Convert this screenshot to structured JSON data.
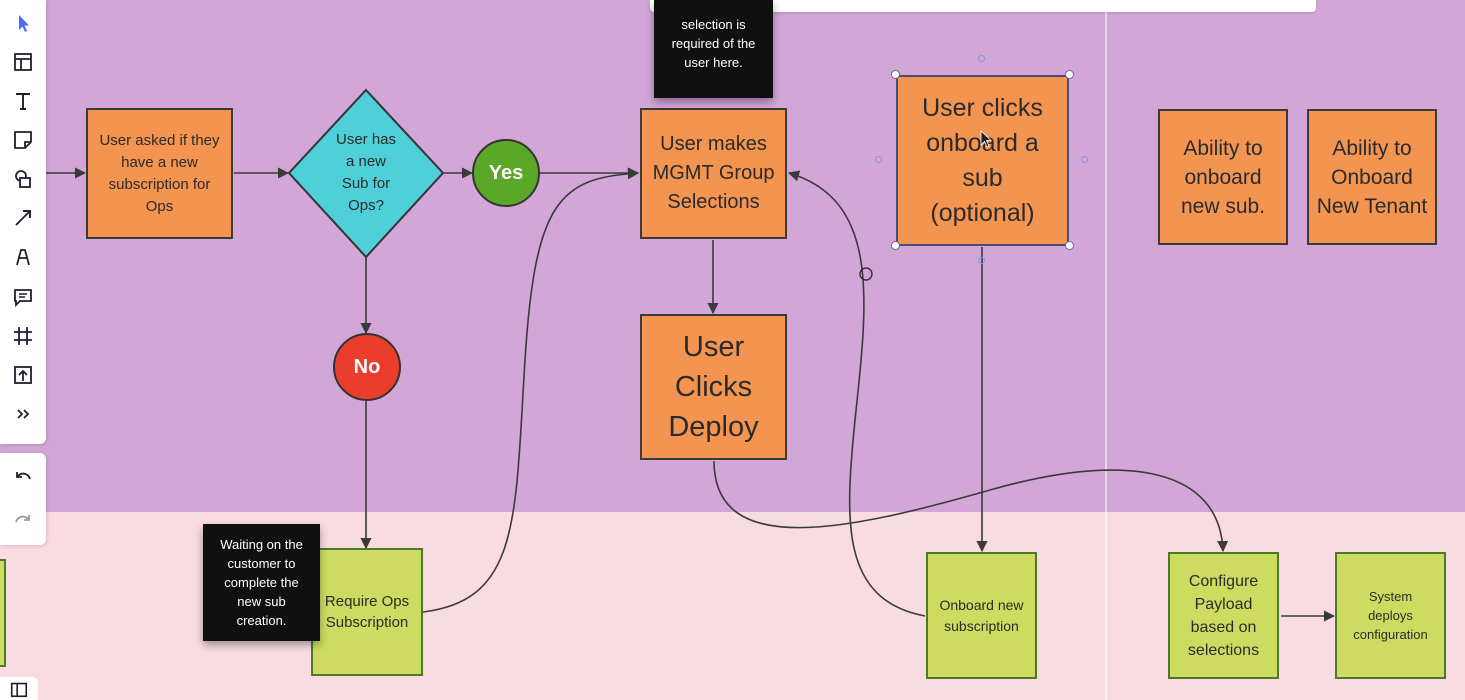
{
  "colors": {
    "lane_top": "#d3a6d8",
    "lane_bottom": "#f9dce1",
    "orange": "#f39451",
    "green": "#cddc61",
    "diamond": "#4fd0d8",
    "yes_circle": "#5ba829",
    "no_circle": "#ea3d2c",
    "cursor_blue": "#4a6cf7"
  },
  "toolbar": {
    "tools": [
      "select-icon",
      "templates-icon",
      "text-icon",
      "sticky-note-icon",
      "shapes-icon",
      "line-icon",
      "pen-icon",
      "comment-icon",
      "frame-icon",
      "upload-icon",
      "more-icon"
    ],
    "undo": "undo-icon",
    "redo": "redo-icon",
    "panel": "panel-icon"
  },
  "nodes": {
    "user_asked": "User asked if they\nhave a new\nsubscription for\nOps",
    "decision": "User has\na new\nSub for\nOps?",
    "yes": "Yes",
    "no": "No",
    "mgmt_selections": "User makes\nMGMT Group\nSelections",
    "user_clicks_deploy": "User\nClicks\nDeploy",
    "user_clicks_onboard": "User clicks\nonboard a\nsub\n(optional)",
    "ability_onboard_sub": "Ability to\nonboard\nnew sub.",
    "ability_onboard_tenant": "Ability to\nOnboard\nNew Tenant",
    "require_ops_sub": "Require Ops\nSubscription",
    "onboard_new_sub": "Onboard new\nsubscription",
    "configure_payload": "Configure\nPayload\nbased on\nselections",
    "system_deploys": "System\ndeploys\nconfiguration"
  },
  "stickies": {
    "top_note": "selection is\nrequired of the\nuser here.",
    "waiting_note": "Waiting on the\ncustomer to\ncomplete the\nnew sub\ncreation."
  }
}
